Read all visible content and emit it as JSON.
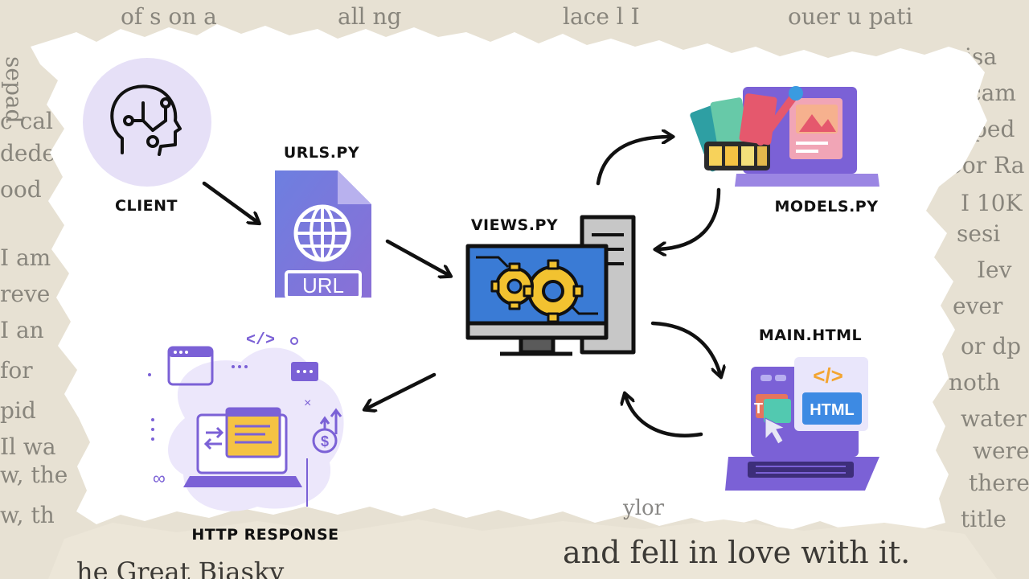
{
  "labels": {
    "client": "CLIENT",
    "urls": "URLS.PY",
    "views": "VIEWS.PY",
    "models": "MODELS.PY",
    "main_html": "MAIN.HTML",
    "http_response": "HTTP RESPONSE"
  },
  "icon_text": {
    "url_badge": "URL",
    "html_badge": "HTML",
    "html_tag": "</>",
    "code_tag": "</>",
    "text_t": "T",
    "dollar": "$"
  },
  "background_text": {
    "bottom_line": "and fell in love with it.",
    "bottom_line_2": "he Great Biasky",
    "bottom_line_3": "ylor"
  },
  "colors": {
    "purple_accent": "#7b61d6",
    "client_circle": "#e6e0f7",
    "screen_blue": "#3a7bd5",
    "gear_yellow": "#f2c230"
  }
}
